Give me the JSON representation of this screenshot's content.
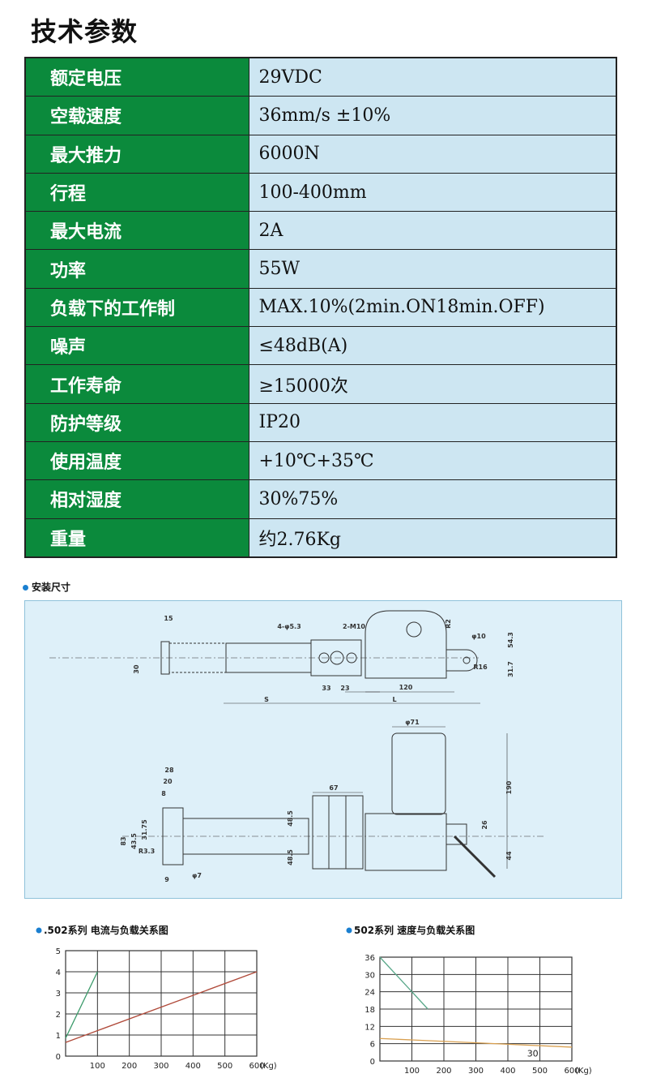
{
  "title": "技术参数",
  "specs": [
    {
      "label": "额定电压",
      "value": "29VDC"
    },
    {
      "label": "空载速度",
      "value": "36mm/s ±10%"
    },
    {
      "label": "最大推力",
      "value": "6000N"
    },
    {
      "label": "行程",
      "value": "100-400mm"
    },
    {
      "label": "最大电流",
      "value": "2A"
    },
    {
      "label": "功率",
      "value": "55W"
    },
    {
      "label": "负载下的工作制",
      "value": "MAX.10%(2min.ON18min.OFF)"
    },
    {
      "label": "噪声",
      "value": "≤48dB(A)"
    },
    {
      "label": "工作寿命",
      "value": "≥15000次"
    },
    {
      "label": "防护等级",
      "value": "IP20"
    },
    {
      "label": "使用温度",
      "value": "+10℃+35℃"
    },
    {
      "label": "相对湿度",
      "value": "30%75%"
    },
    {
      "label": "重量",
      "value": "约2.76Kg"
    }
  ],
  "install_title": "安装尺寸",
  "drawing_labels": {
    "top": [
      "15",
      "4-φ5.3",
      "2-M10",
      "R2",
      "φ10",
      "54.3",
      "31.7",
      "R16",
      "33",
      "23",
      "120",
      "S",
      "L",
      "30"
    ],
    "side": [
      "φ71",
      "28",
      "20",
      "8",
      "83",
      "43.5",
      "31.75",
      "R3.3",
      "φ7",
      "9",
      "67",
      "48.5",
      "48.5",
      "190",
      "26",
      "44"
    ]
  },
  "accent": "#1a7fd0",
  "chart_data": [
    {
      "type": "line",
      "title": ".502系列 电流与负载关系图",
      "xlabel": "(Kg)",
      "ylabel": "",
      "xlim": [
        0,
        600
      ],
      "ylim": [
        0,
        5
      ],
      "xticks": [
        100,
        200,
        300,
        400,
        500,
        600
      ],
      "yticks": [
        0,
        1,
        2,
        3,
        4,
        5
      ],
      "grid": true,
      "series": [
        {
          "color": "#3a9a6a",
          "x": [
            0,
            100
          ],
          "y": [
            0.85,
            4
          ]
        },
        {
          "color": "#b04a3a",
          "x": [
            0,
            600
          ],
          "y": [
            0.65,
            4
          ]
        }
      ]
    },
    {
      "type": "line",
      "title": "502系列 速度与负载关系图",
      "xlabel": "(Kg)",
      "ylabel": "",
      "xlim": [
        0,
        600
      ],
      "ylim": [
        0,
        36
      ],
      "xticks": [
        100,
        200,
        300,
        400,
        500,
        600
      ],
      "yticks": [
        0,
        6,
        12,
        18,
        24,
        30,
        36
      ],
      "grid": true,
      "annotation": {
        "text": "30",
        "x": 460,
        "y": 1.5
      },
      "series": [
        {
          "color": "#5aa88a",
          "x": [
            0,
            150
          ],
          "y": [
            36,
            18
          ]
        },
        {
          "color": "#d9a050",
          "x": [
            0,
            600
          ],
          "y": [
            7.8,
            4.8
          ]
        }
      ]
    }
  ]
}
